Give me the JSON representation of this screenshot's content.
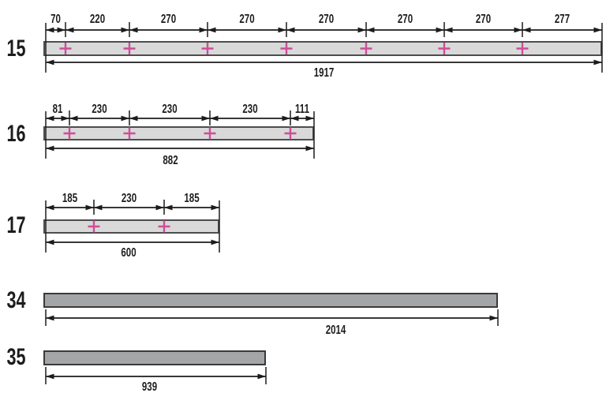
{
  "drawing": {
    "hole_marker_symbol": "+",
    "colors": {
      "line": "#1c1c1c",
      "text": "#1c1c1c",
      "background": "#ffffff",
      "bar_light_fill": "#d9d9d9",
      "bar_light_border": "#4d4d4d",
      "bar_dark_fill": "#a4a5a7",
      "bar_dark_border": "#3a3a3a",
      "hole_marker": "#ce4e98"
    },
    "parts": [
      {
        "part_number": "15",
        "type": "drilled",
        "hole_spacings": [
          70,
          220,
          270,
          270,
          270,
          270,
          270,
          277
        ],
        "overall_length": 1917,
        "hole_count": 7,
        "bar_style": "light"
      },
      {
        "part_number": "16",
        "type": "drilled",
        "hole_spacings": [
          81,
          230,
          230,
          230,
          111
        ],
        "overall_length": 882,
        "hole_count": 4,
        "bar_style": "light"
      },
      {
        "part_number": "17",
        "type": "drilled",
        "hole_spacings": [
          185,
          230,
          185
        ],
        "overall_length": 600,
        "hole_count": 2,
        "bar_style": "light"
      },
      {
        "part_number": "34",
        "type": "plain",
        "hole_spacings": [],
        "overall_length": 2014,
        "hole_count": 0,
        "bar_style": "dark"
      },
      {
        "part_number": "35",
        "type": "plain",
        "hole_spacings": [],
        "overall_length": 939,
        "hole_count": 0,
        "bar_style": "dark"
      }
    ]
  }
}
